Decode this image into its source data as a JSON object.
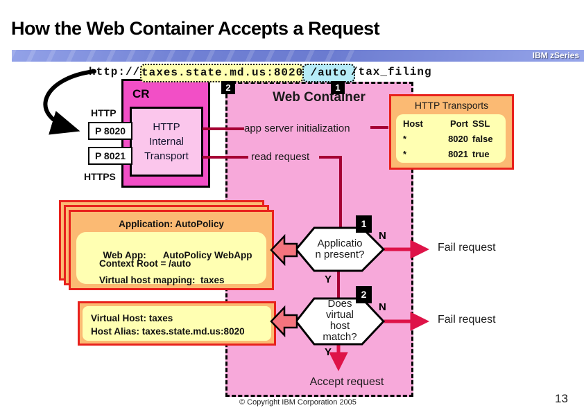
{
  "slide": {
    "title": "How the Web Container Accepts a Request",
    "brand": "IBM zSeries",
    "footer": {
      "copyright": "© Copyright IBM Corporation 2005",
      "page_number": "13"
    }
  },
  "url_bar": {
    "prefix": "http://",
    "host": "taxes.state.md.us:8020",
    "context": "/auto",
    "path": "/tax_filing",
    "badge_host_step": "2",
    "badge_context_step": "1"
  },
  "cr_box": {
    "label": "CR",
    "http_label": "HTTP",
    "https_label": "HTTPS",
    "port_http": "P 8020",
    "port_https": "P 8021",
    "transport_lines": [
      "HTTP",
      "Internal",
      "Transport"
    ]
  },
  "container": {
    "title": "Web Container",
    "step_init": "app server initialization",
    "step_read": "read request",
    "accept": "Accept request"
  },
  "transports": {
    "title": "HTTP Transports",
    "headers": [
      "Host",
      "Port",
      "SSL"
    ],
    "rows": [
      [
        "*",
        "8020",
        "false"
      ],
      [
        "*",
        "8021",
        "true"
      ]
    ]
  },
  "application": {
    "title": "Application: AutoPolicy",
    "web_app_label": "Web App:",
    "web_app_value": "AutoPolicy WebApp",
    "context_root": "Context Root = /auto",
    "vhost_mapping": "Virtual host mapping:  taxes"
  },
  "virtual_host": {
    "line1": "Virtual Host: taxes",
    "line2": "Host Alias: taxes.state.md.us:8020"
  },
  "decisions": [
    {
      "number": "1",
      "lines": [
        "Applicatio",
        "n present?",
        "",
        ""
      ],
      "no_label": "N",
      "yes_label": "Y",
      "fail": "Fail request"
    },
    {
      "number": "2",
      "lines": [
        "Does",
        "virtual",
        "host",
        "match?"
      ],
      "no_label": "N",
      "yes_label": "Y",
      "fail": "Fail request"
    }
  ],
  "colors": {
    "container_pink": "#F7A9DA",
    "cr_magenta": "#F24FC6",
    "transport_pink": "#FBC6EC",
    "highlight_yellow": "#FFFFB2",
    "highlight_cyan": "#B6ECF7",
    "card_orange": "#FBBA73",
    "card_border_red": "#E8211C",
    "line_dark_red": "#A50034",
    "arrow_red": "#DE1348",
    "block_arrow_salmon": "#F5747E",
    "brand_bar_blue": "#7181D4"
  }
}
